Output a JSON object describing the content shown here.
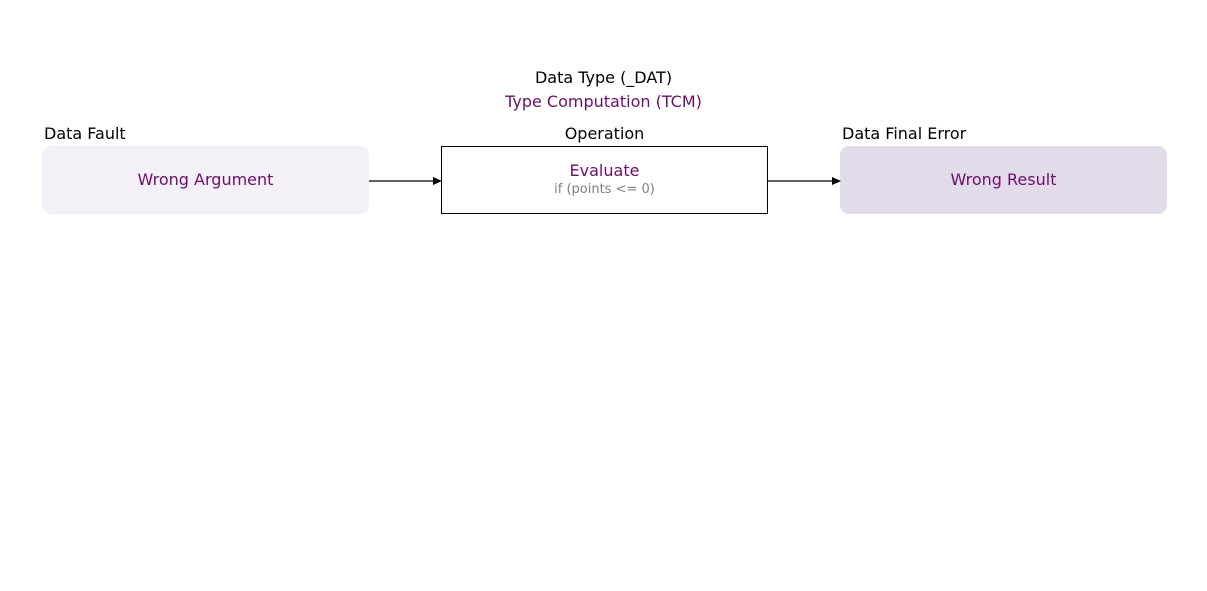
{
  "header": {
    "type": "Data Type (_DAT)",
    "subtype": "Type Computation (TCM)"
  },
  "columns": {
    "fault": {
      "label": "Data Fault",
      "box": "Wrong Argument"
    },
    "operation": {
      "label": "Operation",
      "box": "Evaluate",
      "code": "if (points <= 0)"
    },
    "final": {
      "label": "Data Final Error",
      "box": "Wrong Result"
    }
  },
  "colors": {
    "accent_text": "#6a0f6a",
    "fault_fill": "#f3f1f7",
    "final_fill": "#e2dbea",
    "code_text": "#808080"
  }
}
